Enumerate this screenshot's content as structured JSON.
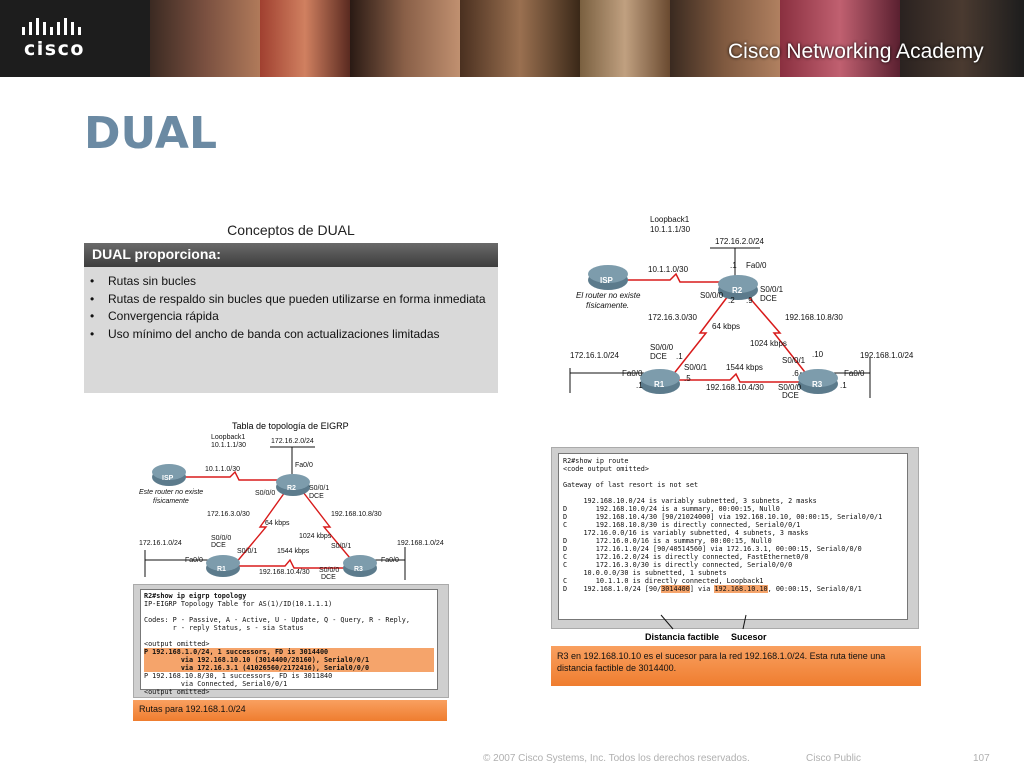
{
  "header": {
    "logo_text": "cisco",
    "academy": "Cisco Networking Academy"
  },
  "slide": {
    "title": "DUAL"
  },
  "concepts": {
    "title": "Conceptos de DUAL",
    "heading": "DUAL proporciona:",
    "bullets": [
      "Rutas sin bucles",
      "Rutas de respaldo sin bucles que pueden utilizarse en forma inmediata",
      "Convergencia rápida",
      "Uso mínimo del ancho de banda con actualizaciones limitadas"
    ]
  },
  "topology": {
    "loopback": "Loopback1",
    "loopback_net": "10.1.1.1/30",
    "net_top": "172.16.2.0/24",
    "isp": "ISP",
    "isp_note_1": "El router no existe",
    "isp_note_2": "físicamente.",
    "link_isp": "10.1.1.0/30",
    "r1": "R1",
    "r2": "R2",
    "r3": "R3",
    "fa00": "Fa0/0",
    "s000": "S0/0/0",
    "s001": "S0/0/1",
    "dce": "DCE",
    "net_r1r2": "172.16.3.0/30",
    "net_r2r3": "192.168.10.8/30",
    "net_r1r3": "192.168.10.4/30",
    "lan_r1": "172.16.1.0/24",
    "lan_r3": "192.168.1.0/24",
    "bw_64": "64 kbps",
    "bw_1024": "1024 kbps",
    "bw_1544": "1544 kbps",
    "o_1": ".1",
    "o_2": ".2",
    "o_5": ".5",
    "o_6": ".6",
    "o_9": ".9",
    "o_10": ".10"
  },
  "eigrp": {
    "title": "Tabla de topología de EIGRP",
    "isp_note_1": "Este router no existe",
    "isp_note_2": "físicamente",
    "console": [
      "R2#show ip eigrp topology",
      "IP-EIGRP Topology Table for AS(1)/ID(10.1.1.1)",
      "",
      "Codes: P - Passive, A - Active, U - Update, Q - Query, R - Reply,",
      "       r - reply Status, s - sia Status",
      "",
      "<output omitted>",
      "P 192.168.1.0/24, 1 successors, FD is 3014400",
      "         via 192.168.10.10 (3014400/28160), Serial0/0/1",
      "         via 172.16.3.1 (41026560/2172416), Serial0/0/0",
      "P 192.168.10.8/30, 1 successors, FD is 3011840",
      "         via Connected, Serial0/0/1",
      "<output omitted>"
    ],
    "caption": "Rutas para 192.168.1.0/24"
  },
  "route": {
    "console": [
      "R2#show ip route",
      "<code output omitted>",
      "",
      "Gateway of last resort is not set",
      "",
      "     192.168.10.0/24 is variably subnetted, 3 subnets, 2 masks",
      "D       192.168.10.0/24 is a summary, 00:00:15, Null0",
      "D       192.168.10.4/30 [90/21024000] via 192.168.10.10, 00:00:15, Serial0/0/1",
      "C       192.168.10.8/30 is directly connected, Serial0/0/1",
      "     172.16.0.0/16 is variably subnetted, 4 subnets, 3 masks",
      "D       172.16.0.0/16 is a summary, 00:00:15, Null0",
      "D       172.16.1.0/24 [90/40514560] via 172.16.3.1, 00:00:15, Serial0/0/0",
      "C       172.16.2.0/24 is directly connected, FastEthernet0/0",
      "C       172.16.3.0/30 is directly connected, Serial0/0/0",
      "     10.0.0.0/30 is subnetted, 1 subnets",
      "C       10.1.1.0 is directly connected, Loopback1"
    ],
    "last_pre": "D    192.168.1.0/24 [90/",
    "last_fd": "3014400",
    "last_mid": "] via ",
    "last_via": "192.168.10.10",
    "last_post": ", 00:00:15, Serial0/0/1",
    "label_fd": "Distancia factible",
    "label_succ": "Sucesor",
    "caption": "R3 en 192.168.10.10 es el sucesor para la red 192.168.1.0/24. Esta ruta tiene una distancia factible de 3014400."
  },
  "footer": {
    "copyright": "© 2007 Cisco Systems, Inc. Todos los derechos reservados.",
    "classification": "Cisco Public",
    "page": "107"
  }
}
